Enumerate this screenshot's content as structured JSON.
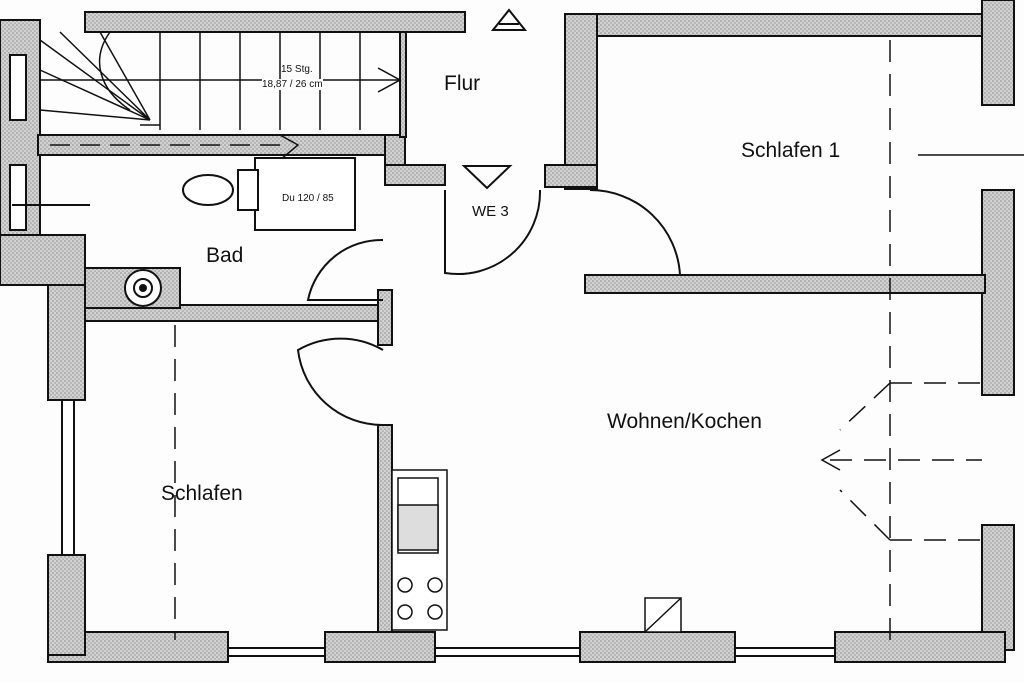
{
  "rooms": {
    "flur": "Flur",
    "schlafen1": "Schlafen 1",
    "we3": "WE 3",
    "bad": "Bad",
    "dusche": "Du 120 / 85",
    "wohnen": "Wohnen/Kochen",
    "schlafen": "Schlafen"
  },
  "stairs": {
    "steps": "15 Stg.",
    "dimensions": "18,87 / 26 cm"
  },
  "colors": {
    "wall_fill": "#c9c9c9",
    "line": "#111111"
  }
}
